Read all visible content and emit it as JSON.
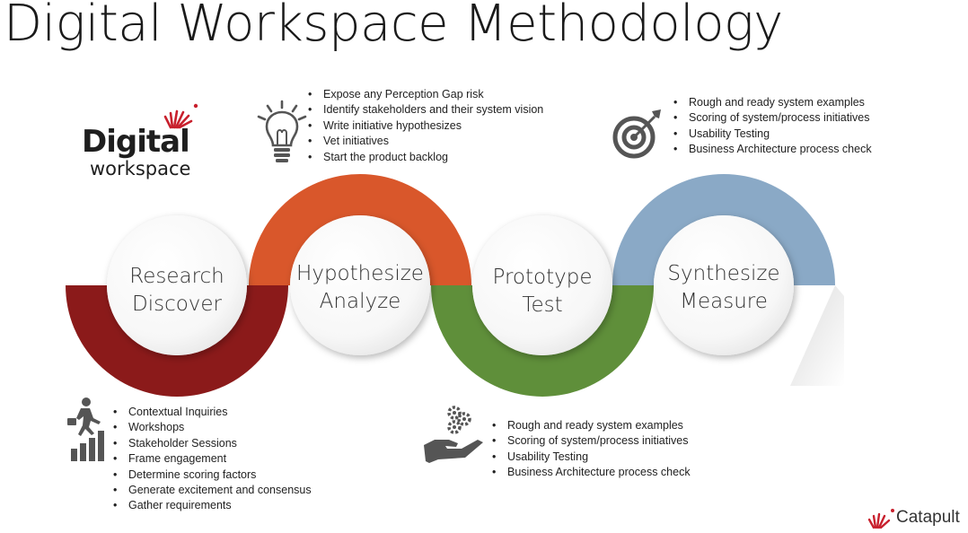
{
  "title": "Digital Workspace Methodology",
  "logo": {
    "line1": "Digital",
    "line2": "workspace"
  },
  "stages": [
    {
      "line1": "Research",
      "line2": "Discover",
      "color": "#8b1a1a"
    },
    {
      "line1": "Hypothesize",
      "line2": "Analyze",
      "color": "#d9572b"
    },
    {
      "line1": "Prototype",
      "line2": "Test",
      "color": "#5f8f3a"
    },
    {
      "line1": "Synthesize",
      "line2": "Measure",
      "color": "#8aa9c6"
    }
  ],
  "research_items": [
    "Contextual Inquiries",
    "Workshops",
    "Stakeholder Sessions",
    "Frame engagement",
    "Determine scoring factors",
    "Generate excitement and consensus",
    "Gather requirements"
  ],
  "hypothesize_items": [
    "Expose any Perception Gap risk",
    "Identify stakeholders and their system vision",
    "Write initiative hypothesizes",
    "Vet initiatives",
    "Start the product backlog"
  ],
  "prototype_items": [
    "Rough and ready system examples",
    "Scoring of system/process initiatives",
    "Usability Testing",
    "Business Architecture process check"
  ],
  "synthesize_items": [
    "Rough and ready system examples",
    "Scoring of system/process initiatives",
    "Usability Testing",
    "Business Architecture process check"
  ],
  "icons": {
    "hypothesize": "lightbulb-icon",
    "synthesize": "target-icon",
    "research": "person-climbing-bars-icon",
    "prototype": "hand-gears-icon"
  },
  "brand": "Catapult"
}
